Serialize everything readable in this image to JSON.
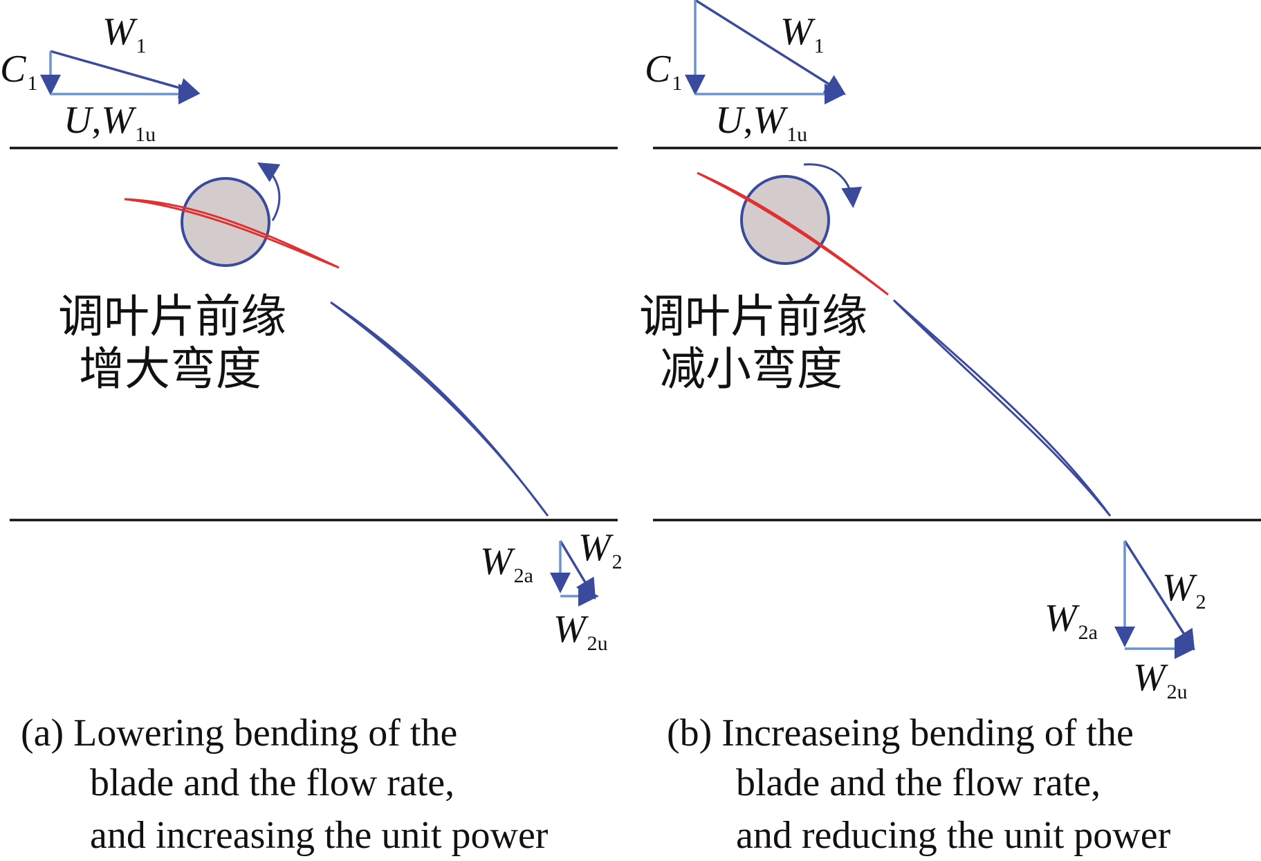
{
  "colors": {
    "dark_blue": "#3a4a9c",
    "light_blue": "#6a93d0",
    "red": "#e03030",
    "hub_fill": "#d4cccc",
    "hub_stroke": "#3a4a9c",
    "wall": "#111111"
  },
  "symbols": {
    "W": "W",
    "C": "C",
    "U": "U",
    "comma": ",",
    "sub_1": "1",
    "sub_2": "2",
    "sub_1u": "1u",
    "sub_2a": "2a",
    "sub_2u": "2u"
  },
  "panel_a": {
    "label_line1": "调叶片前缘",
    "label_line2": "增大弯度",
    "caption_line1": "(a) Lowering bending of the",
    "caption_line2": "blade and the flow rate,",
    "caption_line3": "and increasing the unit power"
  },
  "panel_b": {
    "label_line1": "调叶片前缘",
    "label_line2": "减小弯度",
    "caption_line1": "(b) Increaseing bending of the",
    "caption_line2": "blade and the flow rate,",
    "caption_line3": "and reducing the unit power"
  }
}
